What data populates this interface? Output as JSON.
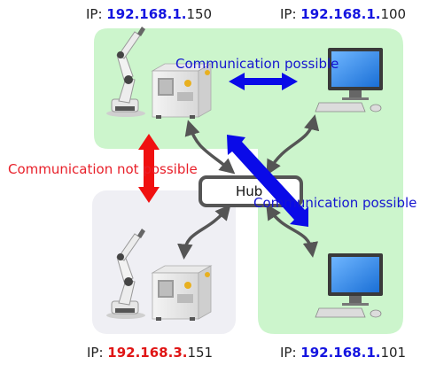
{
  "ips": {
    "top_left": {
      "prefix": "IP: ",
      "network": "192.168.1.",
      "host": "150",
      "color": "#1515e0"
    },
    "top_right": {
      "prefix": "IP: ",
      "network": "192.168.1.",
      "host": "100",
      "color": "#1515e0"
    },
    "bottom_left": {
      "prefix": "IP: ",
      "network": "192.168.3.",
      "host": "151",
      "color": "#e01515"
    },
    "bottom_right": {
      "prefix": "IP: ",
      "network": "192.168.1.",
      "host": "101",
      "color": "#1515e0"
    }
  },
  "labels": {
    "comm_possible_top": "Communication possible",
    "comm_not_possible": "Communication not possible",
    "comm_possible_diag": "Communication possible"
  },
  "hub": {
    "label": "Hub"
  },
  "colors": {
    "same_network_zone": "#ccf5cc",
    "other_network_zone": "#efeff4",
    "possible_arrow": "#0a0ae8",
    "not_possible_arrow": "#f01010",
    "cable_arrow": "#555555"
  }
}
